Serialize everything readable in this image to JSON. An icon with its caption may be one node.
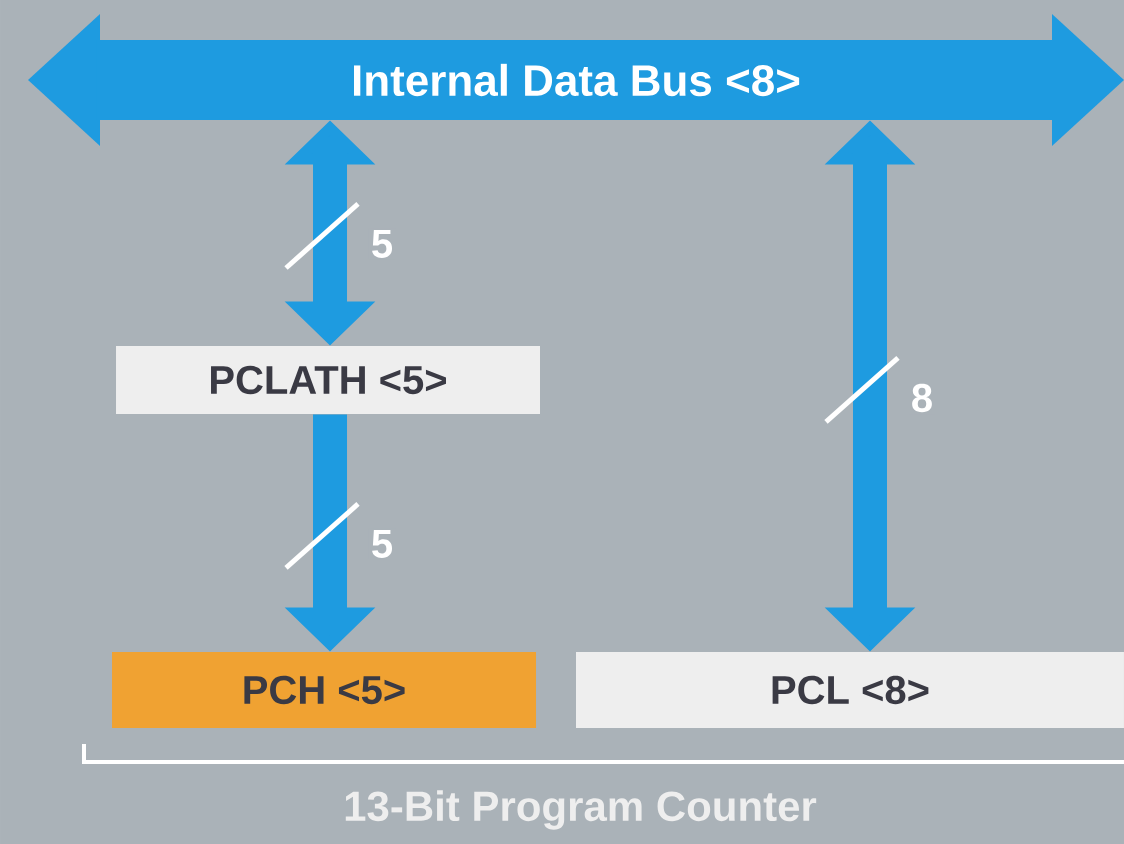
{
  "diagram": {
    "nodes": [
      {
        "text": [
          "Internal Data Bus <8>"
        ]
      },
      {
        "text": [
          "PCLATH <5>"
        ]
      },
      {
        "text": [
          "PCH <5>"
        ]
      },
      {
        "text": [
          "PCL <8>"
        ]
      }
    ],
    "edges": [
      {
        "from": 0,
        "to": 1,
        "arrow": "both",
        "label": "5"
      },
      {
        "from": 1,
        "to": 2,
        "arrow": "to",
        "label": "5"
      },
      {
        "from": 0,
        "to": 3,
        "arrow": "both",
        "label": "8"
      }
    ],
    "labels": [
      "13-Bit Program Counter"
    ]
  }
}
